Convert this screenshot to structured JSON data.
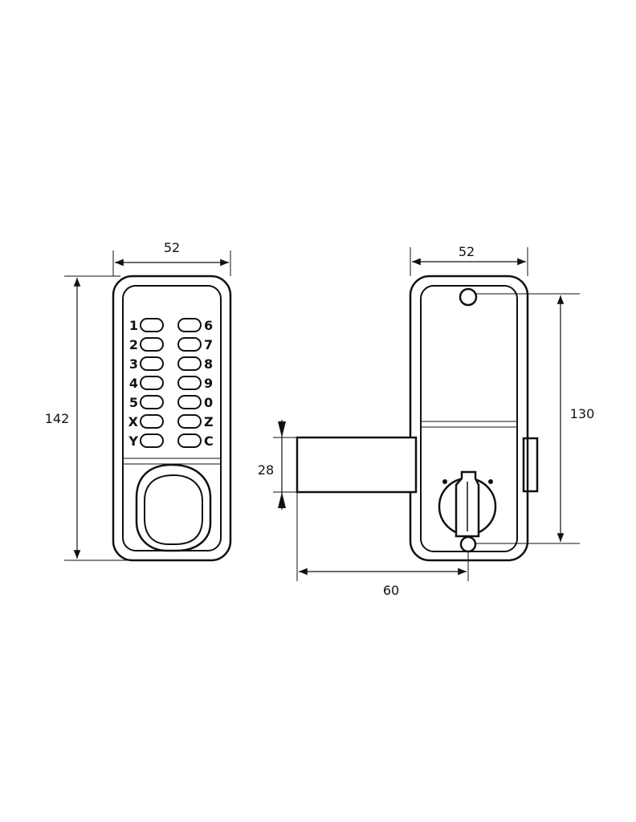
{
  "front_view": {
    "width_dim": "52",
    "height_dim": "142",
    "keys_left": [
      "1",
      "2",
      "3",
      "4",
      "5",
      "X",
      "Y"
    ],
    "keys_right": [
      "6",
      "7",
      "8",
      "9",
      "0",
      "Z",
      "C"
    ]
  },
  "back_view": {
    "width_dim": "52",
    "height_dim": "130",
    "spindle_height_dim": "28",
    "spindle_length_dim": "60"
  },
  "colors": {
    "line": "#111111",
    "background": "#ffffff"
  }
}
